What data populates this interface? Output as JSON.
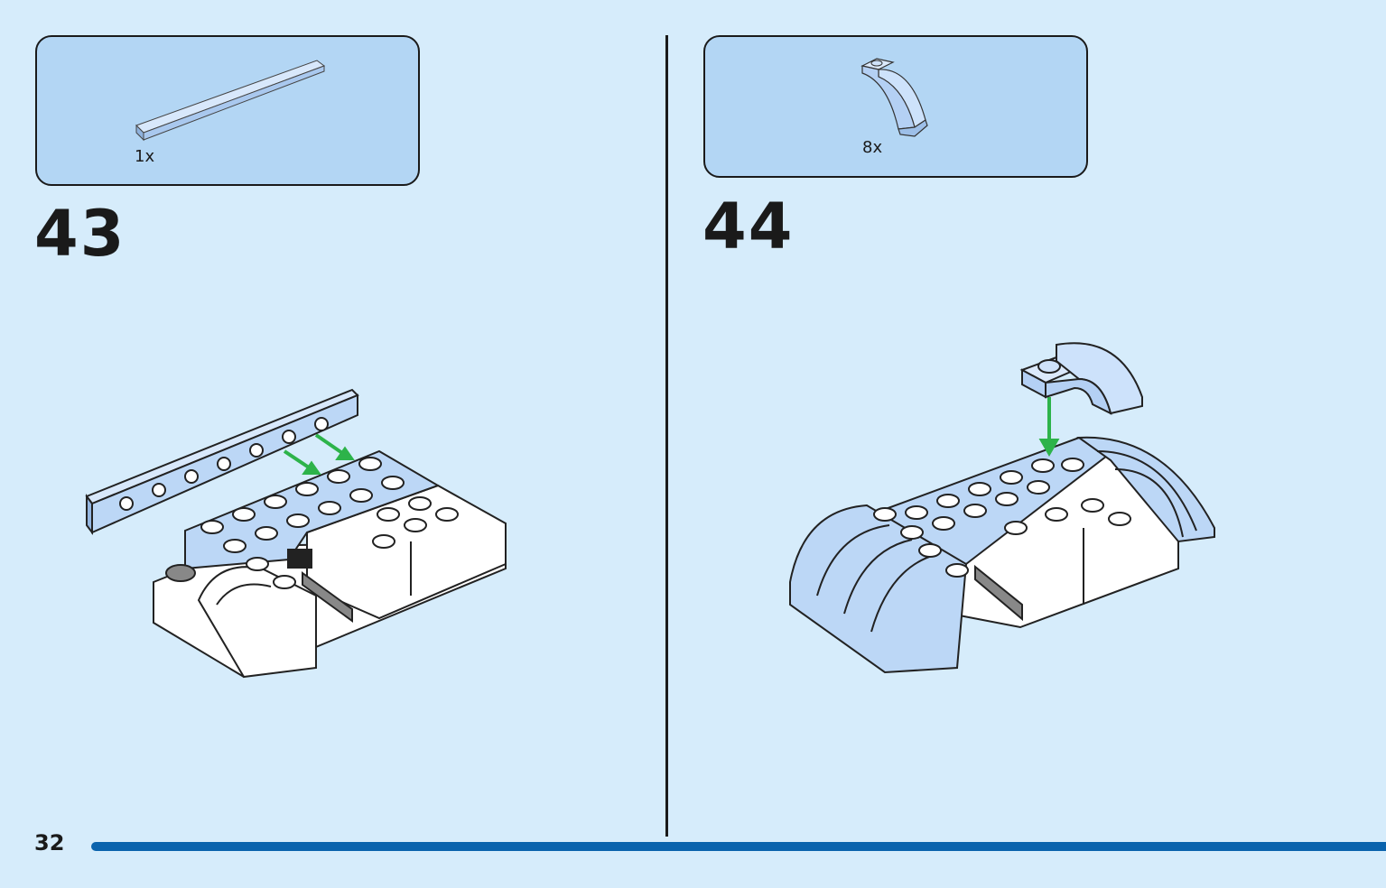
{
  "steps": [
    {
      "number": "43",
      "parts": [
        {
          "quantity": "1x",
          "part": "tile-1x8"
        }
      ]
    },
    {
      "number": "44",
      "parts": [
        {
          "quantity": "8x",
          "part": "slope-curved"
        }
      ]
    }
  ],
  "page": {
    "number": "32",
    "progress_color": "#0a63ad"
  },
  "colors": {
    "background": "#d6ecfb",
    "callout": "#b3d6f4",
    "part_blue": "#bcd7f6",
    "arrow": "#2db34a"
  }
}
